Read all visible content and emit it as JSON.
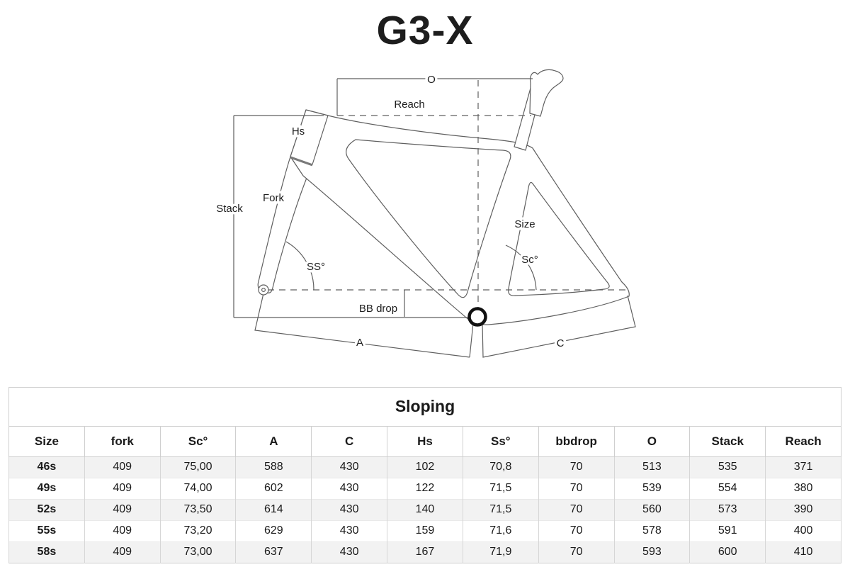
{
  "logo": {
    "text": "G3-X"
  },
  "diagram": {
    "labels": {
      "o": "O",
      "reach": "Reach",
      "hs": "Hs",
      "fork": "Fork",
      "stack": "Stack",
      "size": "Size",
      "ss_angle": "SS°",
      "sc_angle": "Sc°",
      "bb_drop": "BB drop",
      "a": "A",
      "c": "C"
    },
    "line_color": "#5f5f5f",
    "label_color": "#1d1d1d"
  },
  "table": {
    "title": "Sloping",
    "columns": [
      "Size",
      "fork",
      "Sc°",
      "A",
      "C",
      "Hs",
      "Ss°",
      "bbdrop",
      "O",
      "Stack",
      "Reach"
    ],
    "rows": [
      [
        "46s",
        "409",
        "75,00",
        "588",
        "430",
        "102",
        "70,8",
        "70",
        "513",
        "535",
        "371"
      ],
      [
        "49s",
        "409",
        "74,00",
        "602",
        "430",
        "122",
        "71,5",
        "70",
        "539",
        "554",
        "380"
      ],
      [
        "52s",
        "409",
        "73,50",
        "614",
        "430",
        "140",
        "71,5",
        "70",
        "560",
        "573",
        "390"
      ],
      [
        "55s",
        "409",
        "73,20",
        "629",
        "430",
        "159",
        "71,6",
        "70",
        "578",
        "591",
        "400"
      ],
      [
        "58s",
        "409",
        "73,00",
        "637",
        "430",
        "167",
        "71,9",
        "70",
        "593",
        "600",
        "410"
      ]
    ],
    "stripe_color": "#f2f2f2",
    "border_color": "#cfcfcf"
  }
}
